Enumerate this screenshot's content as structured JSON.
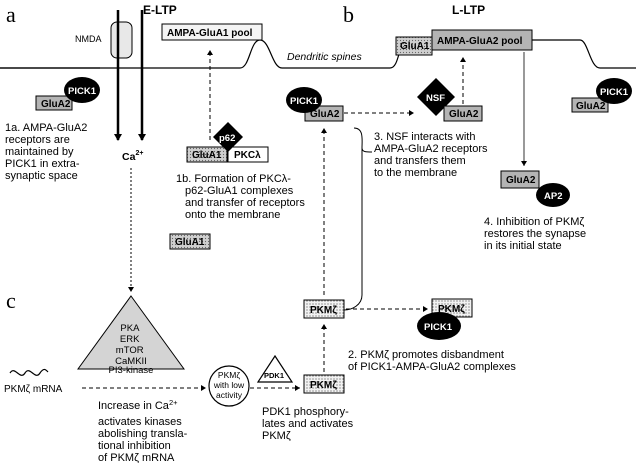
{
  "panels": {
    "a": "a",
    "b": "b",
    "c": "c"
  },
  "headers": {
    "eltp": "E-LTP",
    "lltp": "L-LTP"
  },
  "labels": {
    "nmda": "NMDA",
    "ca": "Ca",
    "ca_sup": "2+",
    "dendritic_spines": "Dendritic spines",
    "pool1": "AMPA-GluA1 pool",
    "pool2": "AMPA-GluA2 pool",
    "glua1": "GluA1",
    "glua2": "GluA2",
    "pick1": "PICK1",
    "p62": "p62",
    "pkcl": "PKCλ",
    "nsf": "NSF",
    "ap2": "AP2",
    "pkmz": "PKMζ",
    "pdk1": "PDK1",
    "pkmz_mrna": "PKMζ mRNA",
    "pkmz_low": [
      "PKMζ",
      "with low",
      "activity"
    ],
    "kinases": [
      "PKA",
      "ERK",
      "mTOR",
      "CaMKII",
      "PI3-kinase"
    ]
  },
  "captions": {
    "c1a": [
      "1a. AMPA-GluA2",
      "receptors are",
      "maintained by",
      "PICK1 in extra-",
      "synaptic space"
    ],
    "c1b": [
      "1b. Formation of PKCλ-",
      "p62-GluA1 complexes",
      "and transfer of receptors",
      "onto the membrane"
    ],
    "c2": [
      "2. PKMζ promotes disbandment",
      "of PICK1-AMPA-GluA2 complexes"
    ],
    "c3": [
      "3. NSF interacts with",
      "AMPA-GluA2 receptors",
      "and transfers them",
      "to the membrane"
    ],
    "c4": [
      "4. Inhibition of PKMζ",
      "restores the synapse",
      "in its initial state"
    ],
    "ca_line1": "Increase in Ca",
    "ca_line1_sup": "2+",
    "ca_lines": [
      "activates kinases",
      "abolishing transla-",
      "tional inhibition",
      "of PKMζ mRNA"
    ],
    "pdk1_caption": [
      "PDK1 phosphory-",
      "lates and activates",
      "PKMζ"
    ]
  },
  "colors": {
    "gray": "#b4b4b4",
    "black": "#000000",
    "stipple": "#d8d8d8"
  }
}
